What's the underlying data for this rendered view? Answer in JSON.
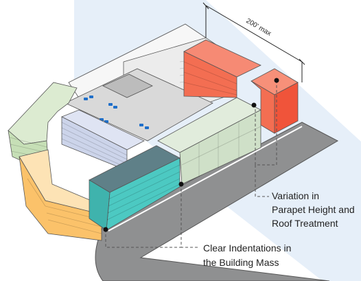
{
  "dimension": {
    "label": "200' max"
  },
  "callouts": [
    {
      "lines": [
        "Variation in",
        "Parapet Height and",
        "Roof Treatment"
      ]
    },
    {
      "lines": [
        "Clear Indentations in",
        "the Building Mass"
      ]
    }
  ],
  "colors": {
    "sky": "#e6eff9",
    "street": "#8f9091",
    "sidewalk": "#f3f3f3",
    "green_block": "#c6dfb6",
    "orange_block": "#fbc26a",
    "teal_block": "#4cc9c2",
    "sage_block": "#cfe0c8",
    "red_block": "#f0543a",
    "lavender_block": "#ccd4ea",
    "white_block": "#f2f2f2",
    "car": "#1f6fc9"
  }
}
